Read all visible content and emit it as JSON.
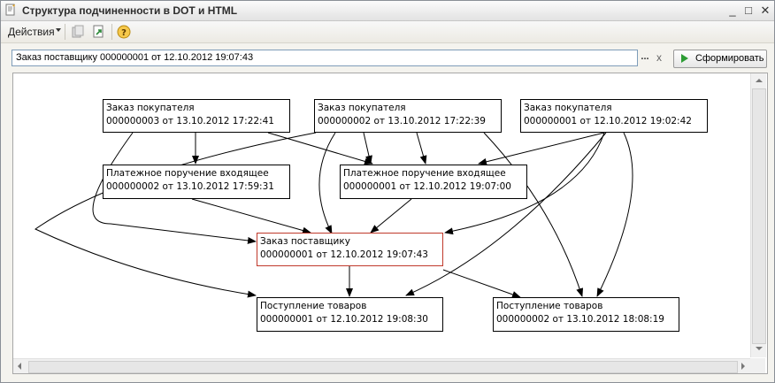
{
  "window": {
    "title": "Структура подчиненности в DOT и HTML",
    "controls": [
      "_",
      "□",
      "✕"
    ]
  },
  "toolbar": {
    "actions_label": "Действия",
    "help_label": "?"
  },
  "document_field": {
    "value": "Заказ поставщику 000000001 от 12.10.2012 19:07:43",
    "select_label": "...",
    "clear_label": "x"
  },
  "generate_button": {
    "label": "Сформировать"
  },
  "graph": {
    "nodes": [
      {
        "line1": "Заказ покупателя",
        "line2": "000000003 от 13.10.2012 17:22:41"
      },
      {
        "line1": "Заказ покупателя",
        "line2": "000000002 от 13.10.2012 17:22:39"
      },
      {
        "line1": "Заказ покупателя",
        "line2": "000000001 от 12.10.2012 19:02:42"
      },
      {
        "line1": "Платежное поручение входящее",
        "line2": "000000002 от 13.10.2012 17:59:31"
      },
      {
        "line1": "Платежное поручение входящее",
        "line2": "000000001 от 12.10.2012 19:07:00"
      },
      {
        "line1": "Заказ поставщику",
        "line2": "000000001 от 12.10.2012 19:07:43",
        "current": true
      },
      {
        "line1": "Поступление товаров",
        "line2": "000000001 от 12.10.2012 19:08:30"
      },
      {
        "line1": "Поступление товаров",
        "line2": "000000002 от 13.10.2012 18:08:19"
      }
    ],
    "current_color": "#c0392b"
  }
}
